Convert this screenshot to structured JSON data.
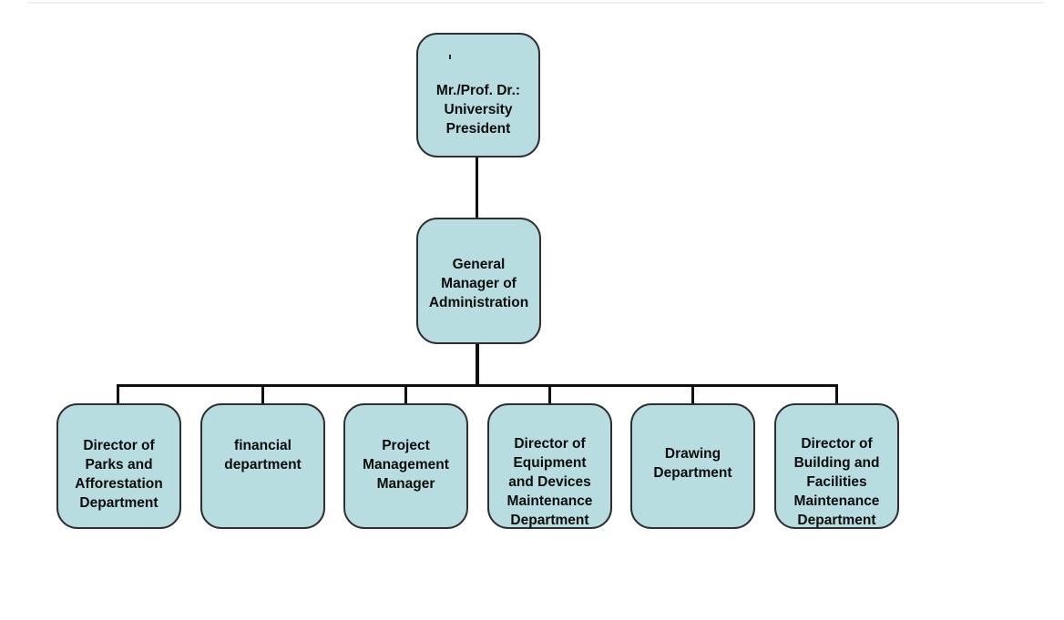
{
  "diagram": {
    "type": "org-chart",
    "nodes": {
      "president": {
        "label": "Mr./Prof. Dr.:\nUniversity\nPresident"
      },
      "general_manager": {
        "label": "General\nManager of\nAdministration",
        "note": "."
      },
      "departments": [
        {
          "id": "parks",
          "label": "Director of\nParks and\nAfforestation\nDepartment"
        },
        {
          "id": "financial",
          "label": "financial\ndepartment"
        },
        {
          "id": "project-management",
          "label": "Project\nManagement\nManager"
        },
        {
          "id": "equipment-maintenance",
          "label": "Director of\nEquipment\nand Devices\nMaintenance\nDepartment"
        },
        {
          "id": "drawing",
          "label": "Drawing\nDepartment"
        },
        {
          "id": "building-maintenance",
          "label": "Director of\nBuilding and\nFacilities\nMaintenance\nDepartment"
        }
      ]
    }
  },
  "colors": {
    "background": "#ffffff",
    "box_fill": "#b8dde1",
    "box_border": "#2f2f2f",
    "line": "#0f0f0f",
    "text": "#0c0c0c",
    "top_rule": "#f1f1f1"
  }
}
